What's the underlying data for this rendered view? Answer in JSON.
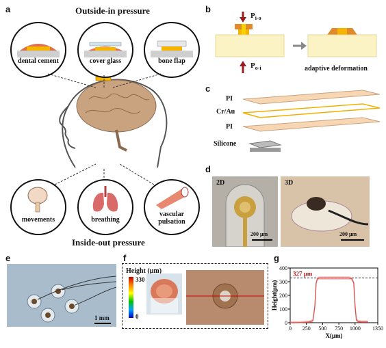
{
  "panels": {
    "a": {
      "label": "a",
      "title_top": "Outside-in pressure",
      "title_bottom": "Inside-out pressure",
      "top_circles": [
        "dental cement",
        "cover glass",
        "bone flap"
      ],
      "bottom_circles": [
        "movements",
        "breathing",
        "vascular pulsation"
      ],
      "bottom_circle_lines": {
        "vascular_1": "vascular",
        "vascular_2": "pulsation"
      }
    },
    "b": {
      "label": "b",
      "p_io": "P",
      "p_io_sub": "i-o",
      "p_oi": "P",
      "p_oi_sub": "o-i",
      "caption": "adaptive deformation"
    },
    "c": {
      "label": "c",
      "layers": [
        "PI",
        "Cr/Au",
        "PI",
        "Silicone"
      ]
    },
    "d": {
      "label": "d",
      "left_tag": "2D",
      "right_tag": "3D",
      "scale_left": "200 μm",
      "scale_right": "200 μm"
    },
    "e": {
      "label": "e",
      "scale": "1 mm"
    },
    "f": {
      "label": "f",
      "colorbar_title": "Height (μm)",
      "colorbar_max": "330",
      "colorbar_min": "0"
    },
    "g": {
      "label": "g",
      "annotation": "327 μm"
    }
  },
  "chart_data": {
    "type": "line",
    "xlabel": "X(μm)",
    "ylabel": "Height(μm)",
    "xlim": [
      0,
      1350
    ],
    "ylim": [
      0,
      400
    ],
    "xticks": [
      "0",
      "250",
      "500",
      "750",
      "1000",
      "1350"
    ],
    "yticks": [
      "0",
      "100",
      "200",
      "300",
      "400"
    ],
    "reference_line": 327,
    "series": [
      {
        "name": "",
        "color": "#d9534f",
        "x": [
          0,
          100,
          200,
          300,
          350,
          380,
          400,
          420,
          450,
          500,
          600,
          700,
          800,
          900,
          950,
          980,
          1000,
          1020,
          1050,
          1100,
          1200
        ],
        "y": [
          0,
          0,
          2,
          5,
          15,
          120,
          290,
          322,
          327,
          327,
          327,
          327,
          327,
          327,
          322,
          290,
          120,
          20,
          8,
          5,
          5
        ]
      }
    ]
  }
}
